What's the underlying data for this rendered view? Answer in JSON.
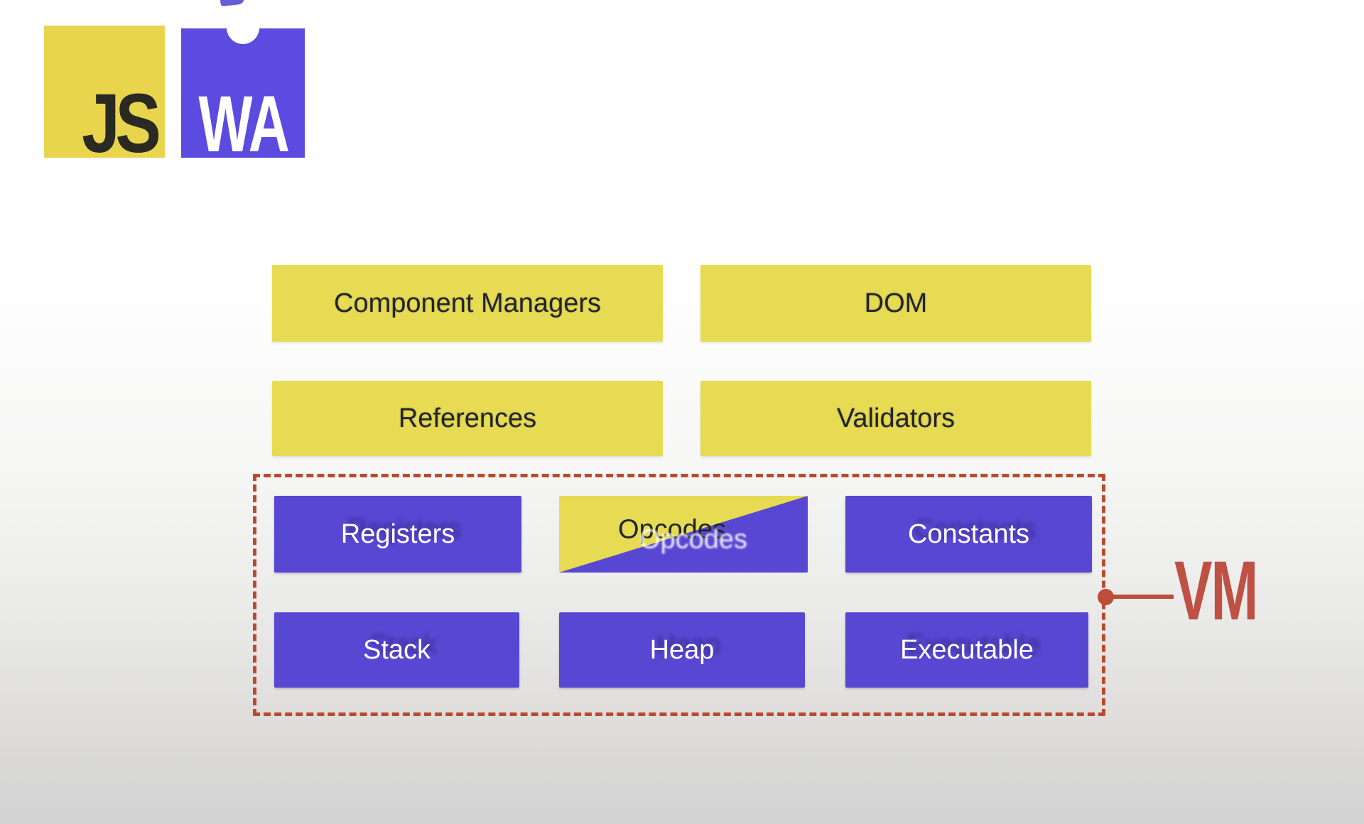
{
  "logos": {
    "js": {
      "text": "JS",
      "bg": "#e9d44e",
      "fg": "#2b2a22"
    },
    "wasm": {
      "text": "WA",
      "bg": "#5c4be0",
      "fg": "#ffffff"
    }
  },
  "boxes": {
    "yellow": [
      {
        "label": "Component Managers"
      },
      {
        "label": "DOM"
      },
      {
        "label": "References"
      },
      {
        "label": "Validators"
      }
    ],
    "vm": [
      {
        "label": "Registers"
      },
      {
        "label": "Opcodes"
      },
      {
        "label": "Constants"
      },
      {
        "label": "Stack"
      },
      {
        "label": "Heap"
      },
      {
        "label": "Executable"
      }
    ]
  },
  "vm_group": {
    "label": "VM",
    "border_color": "#b84b2e",
    "label_color": "#bf5044"
  },
  "colors": {
    "yellow_box": "#e6db52",
    "purple_box": "#5847d3",
    "dark_text": "#22242c",
    "white_text": "#ffffff",
    "background_top": "#ffffff",
    "background_bottom": "#d2d2d2"
  }
}
